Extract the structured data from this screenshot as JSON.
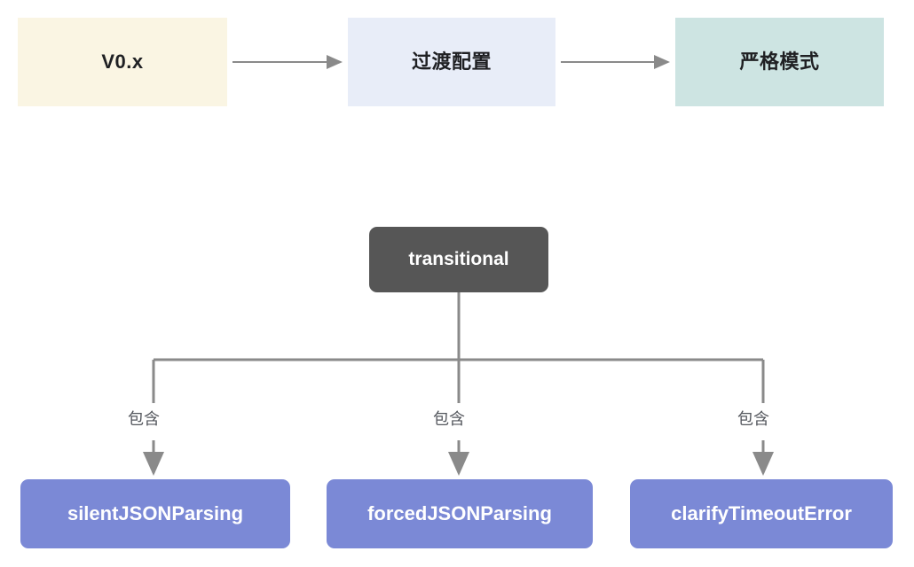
{
  "diagram": {
    "type": "flowchart",
    "background_color": "#ffffff",
    "edge_color": "#888888",
    "stages": [
      {
        "id": "v0x",
        "label": "V0.x",
        "color": "#FAF5E3",
        "text_color": "#1f2023"
      },
      {
        "id": "transition",
        "label": "过渡配置",
        "color": "#E8EDF8",
        "text_color": "#1f2023"
      },
      {
        "id": "strict",
        "label": "严格模式",
        "color": "#CDE4E2",
        "text_color": "#1f2023"
      }
    ],
    "stage_arrows": [
      {
        "from": "v0x",
        "to": "transition",
        "label": ""
      },
      {
        "from": "transition",
        "to": "strict",
        "label": ""
      }
    ],
    "root": {
      "id": "transitional",
      "label": "transitional",
      "color": "#565656",
      "text_color": "#ffffff"
    },
    "options": [
      {
        "id": "silentJSONParsing",
        "label": "silentJSONParsing",
        "color": "#7B89D6",
        "text_color": "#ffffff",
        "edge_label": "包含"
      },
      {
        "id": "forcedJSONParsing",
        "label": "forcedJSONParsing",
        "color": "#7B89D6",
        "text_color": "#ffffff",
        "edge_label": "包含"
      },
      {
        "id": "clarifyTimeoutError",
        "label": "clarifyTimeoutError",
        "color": "#7B89D6",
        "text_color": "#ffffff",
        "edge_label": "包含"
      }
    ]
  }
}
